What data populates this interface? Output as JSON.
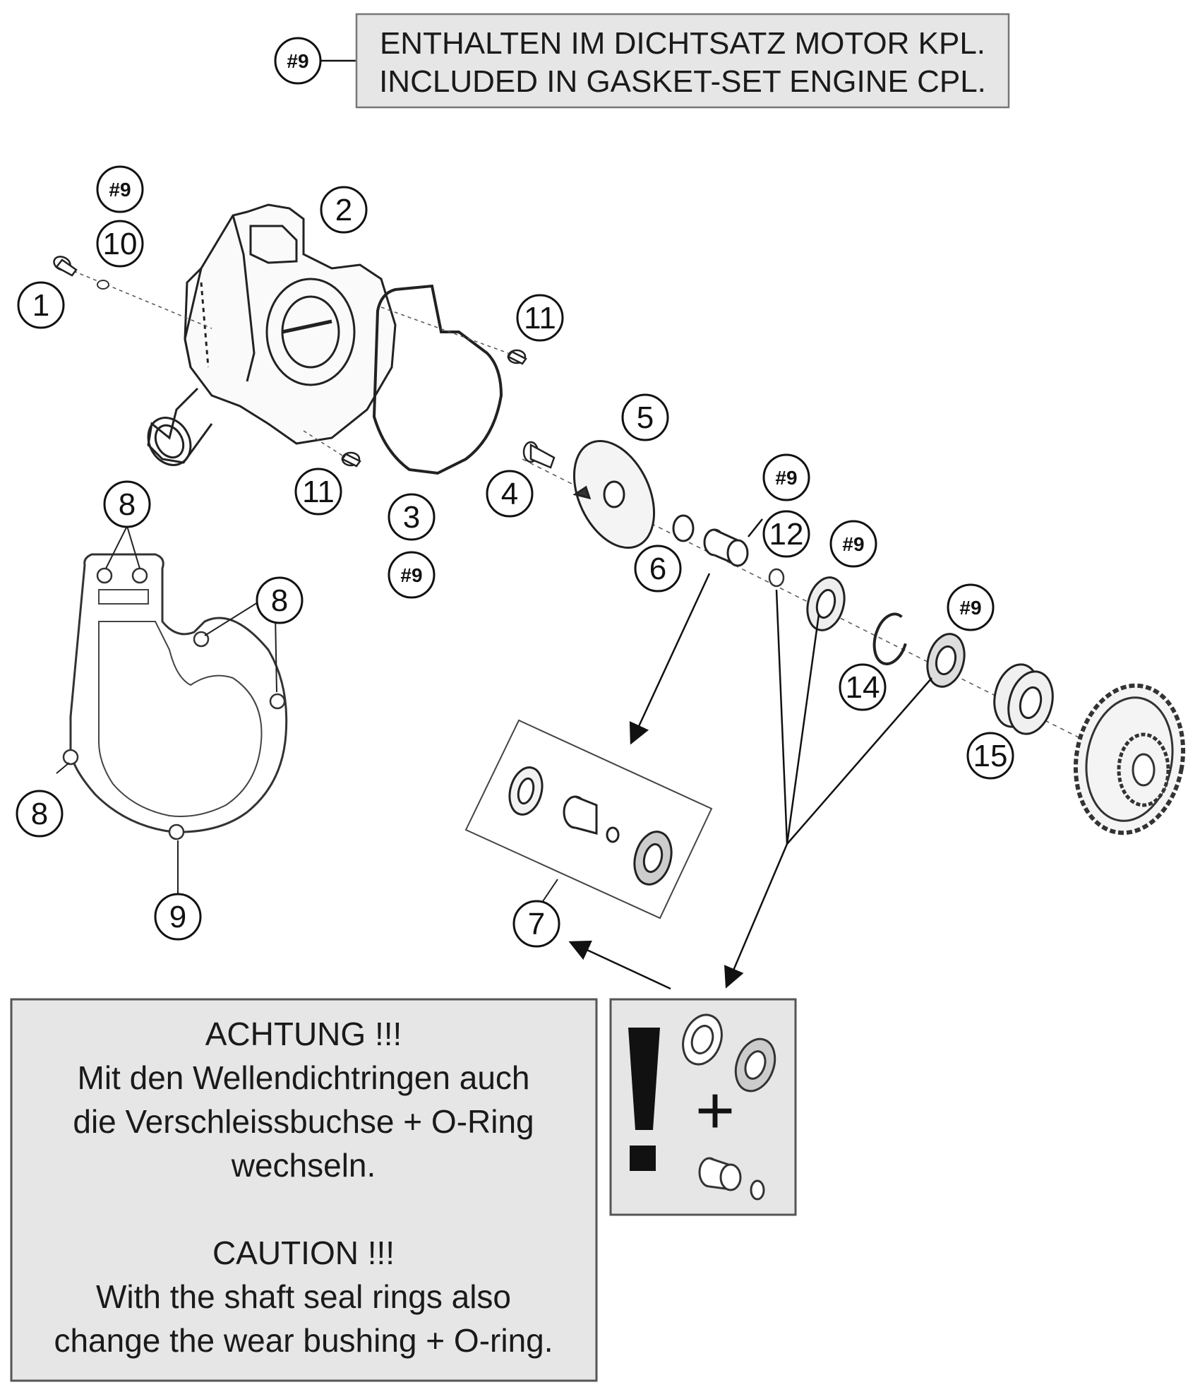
{
  "header_box": {
    "ref": "#9",
    "line1": "ENTHALTEN IM DICHTSATZ MOTOR KPL.",
    "line2": "INCLUDED IN GASKET-SET ENGINE CPL."
  },
  "part_labels": {
    "p1": "1",
    "p2": "2",
    "p3": "3",
    "p4": "4",
    "p5": "5",
    "p6": "6",
    "p7": "7",
    "p8": "8",
    "p9": "9",
    "p10": "10",
    "p11": "11",
    "p12": "12",
    "p14": "14",
    "p15": "15"
  },
  "kit_ref": "#9",
  "caution_box": {
    "de_title": "ACHTUNG !!!",
    "de_line1": "Mit den Wellendichtringen auch",
    "de_line2": "die Verschleissbuchse + O-Ring",
    "de_line3": "wechseln.",
    "en_title": "CAUTION !!!",
    "en_line1": "With the shaft seal rings also",
    "en_line2": "change the wear bushing + O-ring."
  },
  "icon_box": {
    "plus": "+"
  }
}
